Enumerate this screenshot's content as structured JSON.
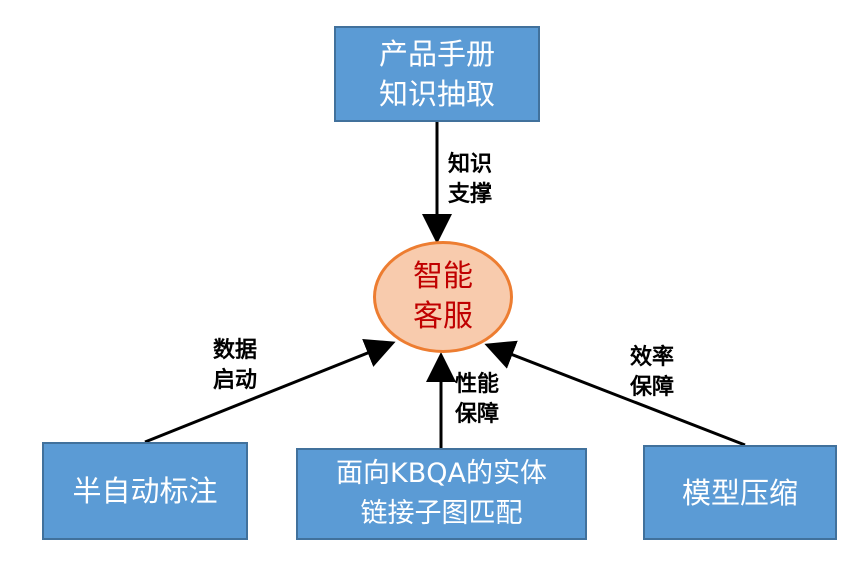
{
  "nodes": {
    "top": {
      "line1": "产品手册",
      "line2": "知识抽取"
    },
    "center": {
      "line1": "智能",
      "line2": "客服"
    },
    "left": {
      "line1": "半自动标注"
    },
    "middle": {
      "line1": "面向KBQA的实体",
      "line2": "链接子图匹配"
    },
    "right": {
      "line1": "模型压缩"
    }
  },
  "edges": {
    "top": {
      "line1": "知识",
      "line2": "支撑"
    },
    "left": {
      "line1": "数据",
      "line2": "启动"
    },
    "middle": {
      "line1": "性能",
      "line2": "保障"
    },
    "right": {
      "line1": "效率",
      "line2": "保障"
    }
  },
  "colors": {
    "box_fill": "#5b9bd5",
    "ellipse_fill": "#f8cbad",
    "ellipse_stroke": "#ed7d31",
    "center_text": "#c00000"
  }
}
